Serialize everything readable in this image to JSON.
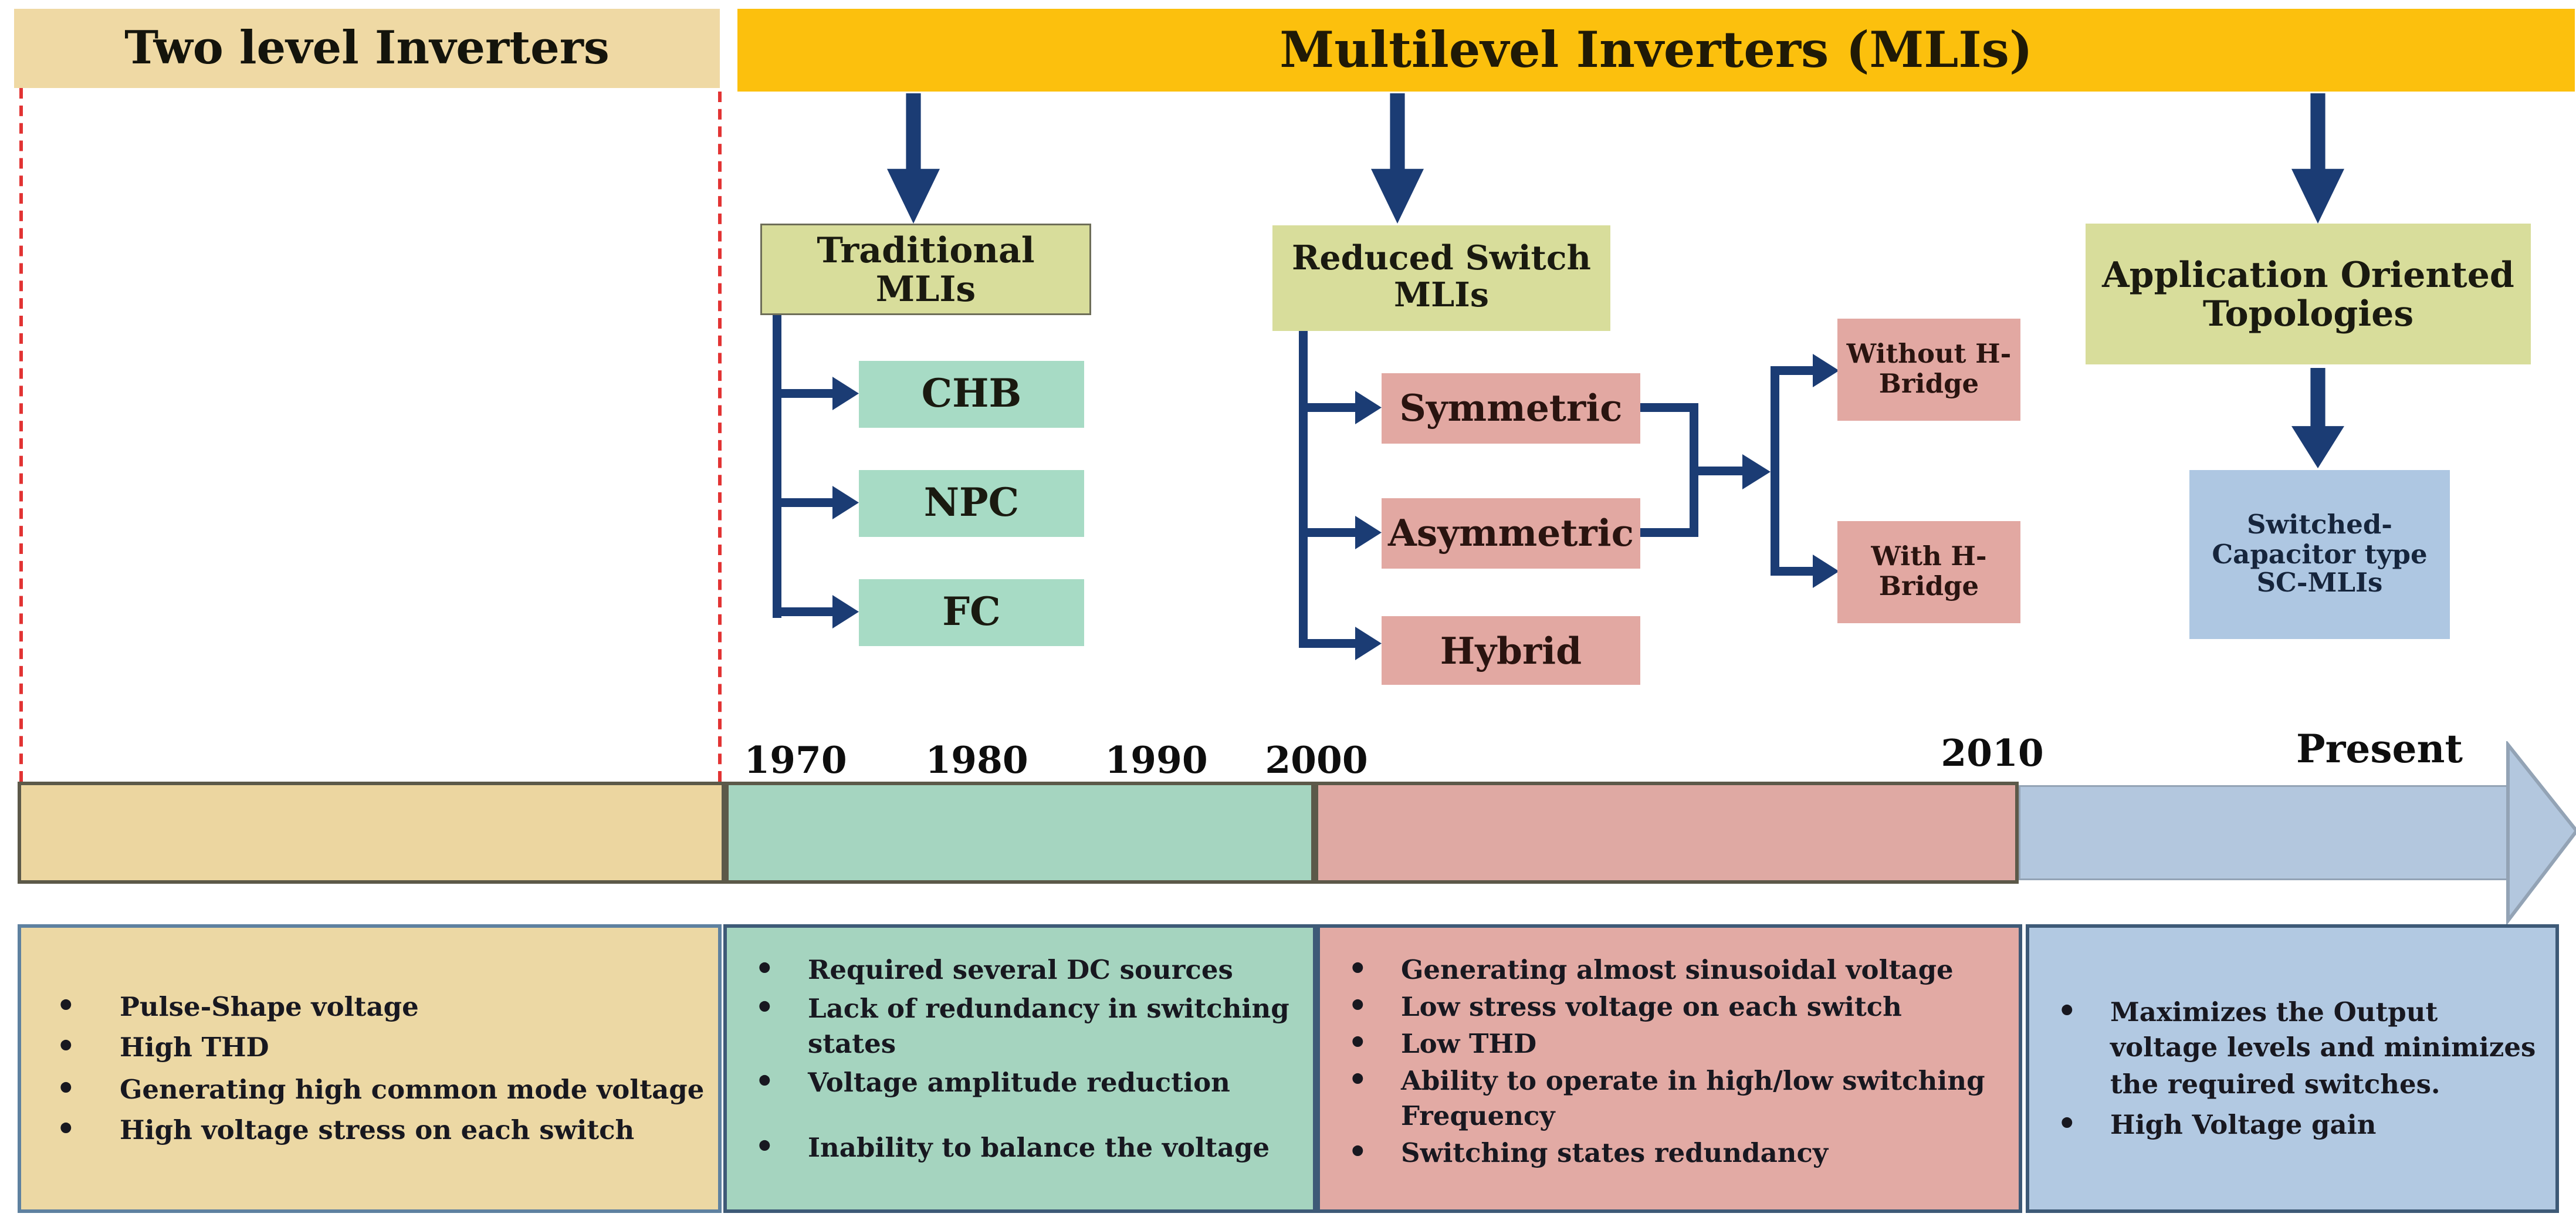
{
  "headers": {
    "two_level": "Two level Inverters",
    "mli": "Multilevel Inverters (MLIs)"
  },
  "boxes": {
    "traditional": "Traditional MLIs",
    "chb": "CHB",
    "npc": "NPC",
    "fc": "FC",
    "reduced": "Reduced Switch MLIs",
    "symmetric": "Symmetric",
    "asymmetric": "Asymmetric",
    "hybrid": "Hybrid",
    "without_hbridge": "Without H-Bridge",
    "with_hbridge": "With H-Bridge",
    "application": "Application Oriented Topologies",
    "sc_mli": "Switched-Capacitor type SC-MLIs"
  },
  "timeline": {
    "years": [
      "1970",
      "1980",
      "1990",
      "2000",
      "2010"
    ],
    "present_label": "Present"
  },
  "panels": {
    "two_level": {
      "items": [
        "Pulse-Shape voltage",
        "High THD",
        "Generating high common mode voltage",
        "High voltage stress on each switch"
      ]
    },
    "traditional": {
      "items": [
        "Required several DC sources",
        "Lack of redundancy in switching states",
        "Voltage amplitude reduction",
        "Inability to balance the voltage"
      ]
    },
    "reduced": {
      "items": [
        "Generating almost sinusoidal voltage",
        "Low stress voltage on each switch",
        "Low THD",
        "Ability to operate in high/low switching Frequency",
        "Switching states redundancy"
      ]
    },
    "application": {
      "items": [
        "Maximizes the Output voltage levels and minimizes the required switches.",
        "High Voltage gain"
      ]
    }
  },
  "colors": {
    "header_yellow": "#fcc00d",
    "tan": "#ecd8a4",
    "olive_green": "#d8dd9b",
    "mint": "#a7dbc5",
    "salmon": "#e2a8a2",
    "light_blue": "#b2c9e2",
    "arrow_navy": "#1b3c74",
    "red_dashed": "#e23333"
  }
}
